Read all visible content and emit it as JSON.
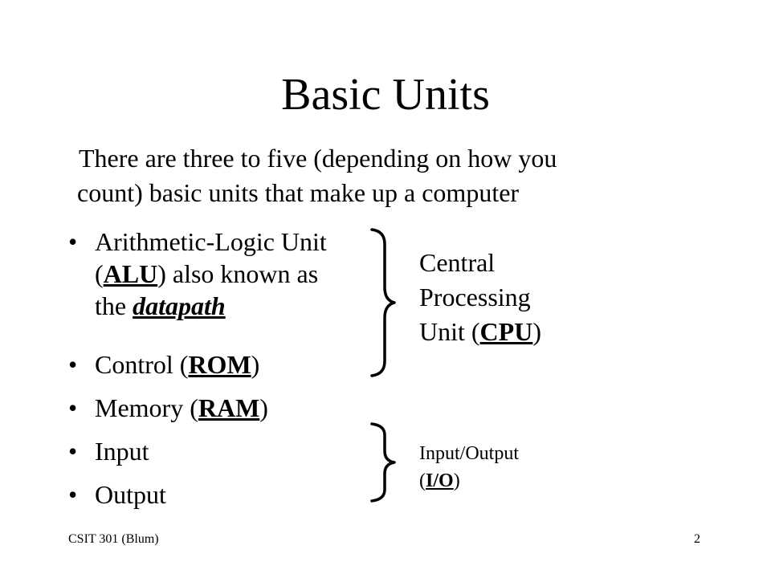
{
  "slide": {
    "title": "Basic Units",
    "intro": {
      "line1": "There are three to five (depending on how you",
      "line2": "count) basic units that make up  a computer"
    },
    "bullets": {
      "glyph": "•",
      "alu": {
        "line1": "Arithmetic-Logic Unit",
        "open_paren": "(",
        "abbr": "ALU",
        "line2_rest": ") also known as",
        "line3_prefix": "the ",
        "emphasis": "datapath"
      },
      "control": {
        "prefix": "Control (",
        "abbr": "ROM",
        "suffix": ")"
      },
      "memory": {
        "prefix": "Memory (",
        "abbr": "RAM",
        "suffix": ")"
      },
      "input": "Input",
      "output": "Output"
    },
    "cpu_group": {
      "line1": "Central",
      "line2": "Processing",
      "line3_prefix": "Unit (",
      "abbr": "CPU",
      "line3_suffix": ")"
    },
    "io_group": {
      "line1": "Input/Output",
      "open_paren": "(",
      "abbr": "I/O",
      "close_paren": ")"
    },
    "footer": {
      "course": "CSIT 301 (Blum)",
      "page_number": "2"
    }
  }
}
